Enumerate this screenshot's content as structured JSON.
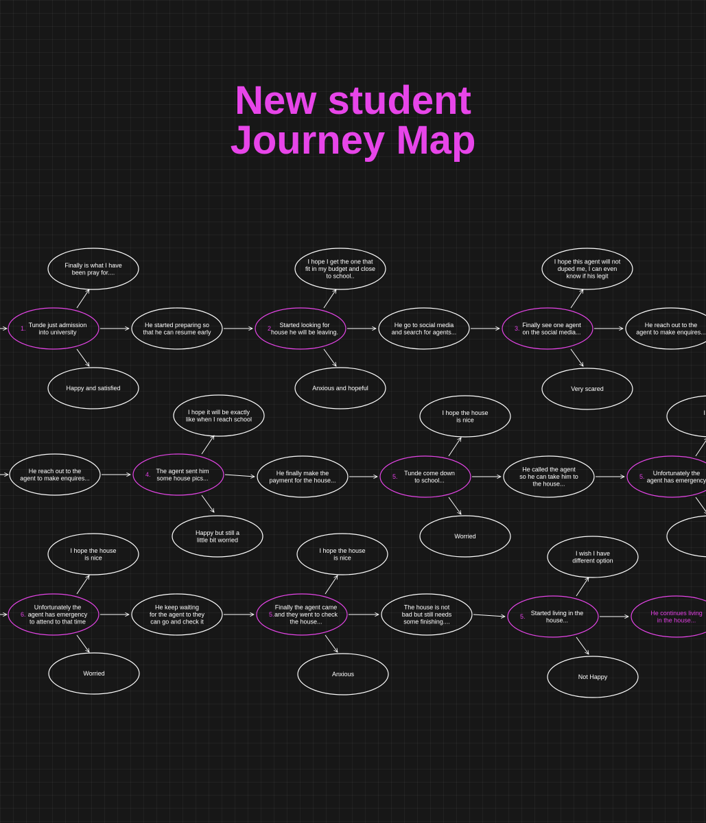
{
  "title": {
    "line1": "New student",
    "line2": "Journey Map"
  },
  "colors": {
    "background": "#171717",
    "accent": "#e745e9",
    "node_stroke": "#ffffff",
    "text": "#ffffff"
  },
  "nodes": [
    {
      "id": "r1-s1",
      "num": "1.",
      "lines": [
        "Tunde just admission",
        "into university"
      ],
      "style": "step"
    },
    {
      "id": "r1-s1-top",
      "lines": [
        "Finally is what I have",
        "been pray for...."
      ],
      "style": "note"
    },
    {
      "id": "r1-s1-bot",
      "lines": [
        "Happy and satisfied"
      ],
      "style": "note"
    },
    {
      "id": "r1-n2",
      "lines": [
        "He started preparing so",
        "that he can resume early"
      ],
      "style": "note"
    },
    {
      "id": "r1-s2",
      "num": "2.",
      "lines": [
        "Started looking for",
        "house he will be leaving."
      ],
      "style": "step"
    },
    {
      "id": "r1-s2-top",
      "lines": [
        "I hope I get the one that",
        "fit in my budget and close",
        "to school.."
      ],
      "style": "note"
    },
    {
      "id": "r1-s2-bot",
      "lines": [
        "Anxious and hopeful"
      ],
      "style": "note"
    },
    {
      "id": "r1-n4",
      "lines": [
        "He go to social media",
        "and search for agents..."
      ],
      "style": "note"
    },
    {
      "id": "r1-s3",
      "num": "3.",
      "lines": [
        "Finally see one agent",
        "on the social media..."
      ],
      "style": "step"
    },
    {
      "id": "r1-s3-top",
      "lines": [
        "I hope this agent will not",
        "duped me, I can even",
        "know if his legit"
      ],
      "style": "note"
    },
    {
      "id": "r1-s3-bot",
      "lines": [
        "Very scared"
      ],
      "style": "note"
    },
    {
      "id": "r1-n6",
      "lines": [
        "He reach out to the",
        "agent to make enquires..."
      ],
      "style": "note"
    },
    {
      "id": "r2-n1",
      "lines": [
        "He reach out to the",
        "agent to make enquires..."
      ],
      "style": "note"
    },
    {
      "id": "r2-s4",
      "num": "4.",
      "lines": [
        "The agent sent him",
        "some house pics..."
      ],
      "style": "step"
    },
    {
      "id": "r2-s4-top",
      "lines": [
        "I hope it will be exactly",
        "like when I reach school"
      ],
      "style": "note"
    },
    {
      "id": "r2-s4-bot",
      "lines": [
        "Happy but still a",
        "little bit worried"
      ],
      "style": "note"
    },
    {
      "id": "r2-n3",
      "lines": [
        "He finally make the",
        "payment for the house..."
      ],
      "style": "note"
    },
    {
      "id": "r2-s5",
      "num": "5.",
      "lines": [
        "Tunde come down",
        "to school..."
      ],
      "style": "step"
    },
    {
      "id": "r2-s5-top",
      "lines": [
        "I hope the house",
        "is nice"
      ],
      "style": "note"
    },
    {
      "id": "r2-s5-bot",
      "lines": [
        "Worried"
      ],
      "style": "note"
    },
    {
      "id": "r2-n5",
      "lines": [
        "He called the agent",
        "so he can take him to",
        "the house..."
      ],
      "style": "note"
    },
    {
      "id": "r2-s6",
      "num": "5.",
      "lines": [
        "Unfortunately the",
        "agent has emergency"
      ],
      "style": "step"
    },
    {
      "id": "r2-s6-top",
      "lines": [
        "I hope",
        "i"
      ],
      "style": "note"
    },
    {
      "id": "r2-s6-bot",
      "lines": [
        "W"
      ],
      "style": "note"
    },
    {
      "id": "r3-s6",
      "num": "6.",
      "lines": [
        "Unfortunately the",
        "agent has emergency",
        "to attend to that time"
      ],
      "style": "step"
    },
    {
      "id": "r3-s6-top",
      "lines": [
        "I hope the house",
        "is nice"
      ],
      "style": "note"
    },
    {
      "id": "r3-s6-bot",
      "lines": [
        "Worried"
      ],
      "style": "note"
    },
    {
      "id": "r3-n2",
      "lines": [
        "He keep waiting",
        "for the agent to they",
        "can go and check it"
      ],
      "style": "note"
    },
    {
      "id": "r3-s7",
      "num": "5.",
      "lines": [
        "Finally the agent came",
        "and they went to check",
        "the house..."
      ],
      "style": "step"
    },
    {
      "id": "r3-s7-top",
      "lines": [
        "I hope the house",
        "is nice"
      ],
      "style": "note"
    },
    {
      "id": "r3-s7-bot",
      "lines": [
        "Anxious"
      ],
      "style": "note"
    },
    {
      "id": "r3-n4",
      "lines": [
        "The house is not",
        "bad but still needs",
        "some finishing...."
      ],
      "style": "note"
    },
    {
      "id": "r3-s8",
      "num": "5.",
      "lines": [
        "Started living in the",
        "house..."
      ],
      "style": "step"
    },
    {
      "id": "r3-s8-top",
      "lines": [
        "I wish I have",
        "different option"
      ],
      "style": "note"
    },
    {
      "id": "r3-s8-bot",
      "lines": [
        "Not Happy"
      ],
      "style": "note"
    },
    {
      "id": "r3-end",
      "lines": [
        "He continues living",
        "in the house..."
      ],
      "style": "end"
    }
  ]
}
